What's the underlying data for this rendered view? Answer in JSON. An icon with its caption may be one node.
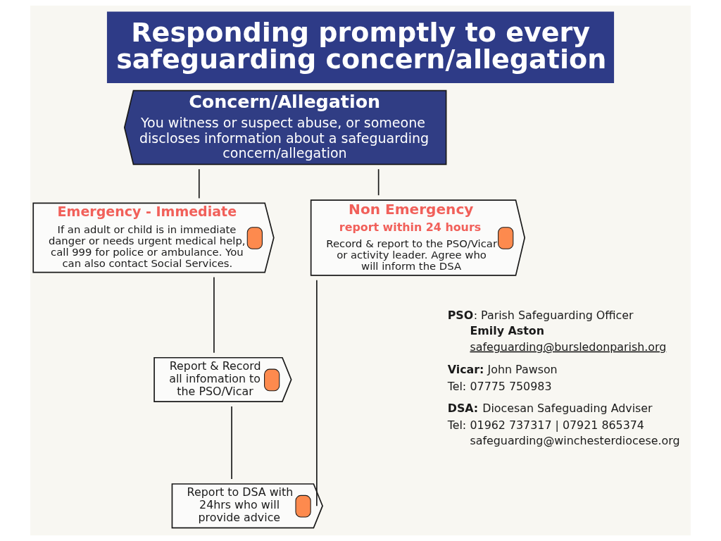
{
  "diagram": {
    "title": "Responding promptly to every safeguarding concern/allegation",
    "nodes": [
      {
        "text": [
          "Concern/Allegation",
          "You witness or suspect abuse, or someone discloses information about a safeguarding concern/allegation"
        ]
      },
      {
        "text": [
          "Emergency - Immediate",
          "If an adult or child is in immediate danger or needs urgent medical help, call 999 for police or ambulance. You can also contact Social Services."
        ]
      },
      {
        "text": [
          "Non Emergency",
          "report within 24 hours",
          "Record & report to the PSO/Vicar or activity leader. Agree who will inform the DSA"
        ]
      },
      {
        "text": [
          "Report & Record all infomation to the PSO/Vicar"
        ]
      },
      {
        "text": [
          "Report to DSA with 24hrs who will provide advice"
        ]
      }
    ],
    "edges": [
      {
        "from": 0,
        "to": 1,
        "arrow": "none"
      },
      {
        "from": 0,
        "to": 2,
        "arrow": "none"
      },
      {
        "from": 1,
        "to": 3,
        "arrow": "none"
      },
      {
        "from": 3,
        "to": 4,
        "arrow": "none"
      },
      {
        "from": 2,
        "to": 4,
        "arrow": "none"
      }
    ],
    "labels": [
      "**PSO**: Parish Safeguarding Officer",
      "Emily Aston",
      "safeguarding@bursledonparish.org",
      "**Vicar:** John Pawson",
      "Tel:",
      "07775 750983",
      "**DSA:** Diocesan Safeguading Adviser",
      "Tel:",
      "01962 737317 | 07921 865374",
      "safeguarding@winchesterdiocese.org"
    ]
  }
}
